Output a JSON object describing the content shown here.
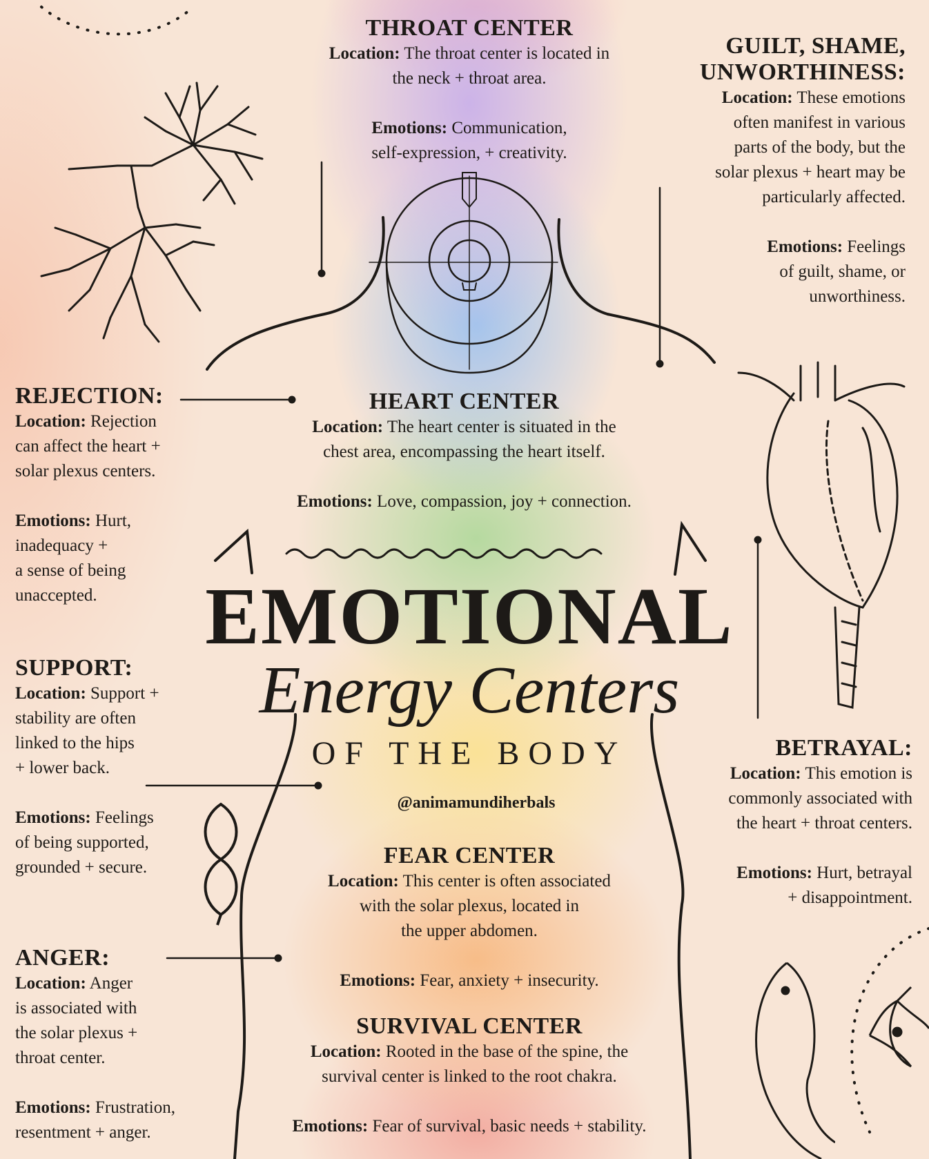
{
  "title": {
    "line1": "EMOTIONAL",
    "line2": "Energy Centers",
    "line3": "OF THE BODY",
    "handle": "@animamundiherbals"
  },
  "labels": {
    "location": "Location:",
    "emotions": "Emotions:"
  },
  "throat": {
    "heading": "THROAT CENTER",
    "location_1": "The throat center is located in",
    "location_2": "the neck + throat area.",
    "emotions_1": "Communication,",
    "emotions_2": "self-expression, + creativity."
  },
  "guilt": {
    "heading_1": "GUILT, SHAME,",
    "heading_2": "UNWORTHINESS:",
    "location_1": "These emotions",
    "location_2": "often manifest in various",
    "location_3": "parts of the body, but the",
    "location_4": "solar plexus + heart may be",
    "location_5": "particularly affected.",
    "emotions_1": "Feelings",
    "emotions_2": "of guilt, shame, or",
    "emotions_3": "unworthiness."
  },
  "rejection": {
    "heading": "REJECTION:",
    "location_1": "Rejection",
    "location_2": "can affect the heart +",
    "location_3": "solar plexus centers.",
    "emotions_1": "Hurt,",
    "emotions_2": "inadequacy +",
    "emotions_3": "a sense of being",
    "emotions_4": "unaccepted."
  },
  "heart": {
    "heading": "HEART CENTER",
    "location_1": "The heart center is situated in the",
    "location_2": "chest area, encompassing the heart itself.",
    "emotions_1": "Love, compassion, joy + connection."
  },
  "support": {
    "heading": "SUPPORT:",
    "location_1": "Support +",
    "location_2": "stability are often",
    "location_3": "linked to the hips",
    "location_4": "+ lower back.",
    "emotions_1": "Feelings",
    "emotions_2": "of being supported,",
    "emotions_3": "grounded + secure."
  },
  "betrayal": {
    "heading": "BETRAYAL:",
    "location_1": "This emotion is",
    "location_2": "commonly associated with",
    "location_3": "the heart + throat centers.",
    "emotions_1": "Hurt, betrayal",
    "emotions_2": "+ disappointment."
  },
  "fear": {
    "heading": "FEAR CENTER",
    "location_1": "This center is often associated",
    "location_2": "with the solar plexus, located in",
    "location_3": "the upper abdomen.",
    "emotions_1": "Fear, anxiety + insecurity."
  },
  "anger": {
    "heading": "ANGER:",
    "location_1": "Anger",
    "location_2": "is associated with",
    "location_3": "the solar plexus +",
    "location_4": "throat center.",
    "emotions_1": "Frustration,",
    "emotions_2": "resentment + anger."
  },
  "survival": {
    "heading": "SURVIVAL CENTER",
    "location_1": "Rooted in the base of the spine, the",
    "location_2": "survival center is linked to the root chakra.",
    "emotions_1": "Fear of survival, basic needs + stability."
  },
  "icons": [
    "coral-icon",
    "heart-anatomy-icon",
    "knot-icon",
    "snake-icon",
    "cell-icon"
  ]
}
